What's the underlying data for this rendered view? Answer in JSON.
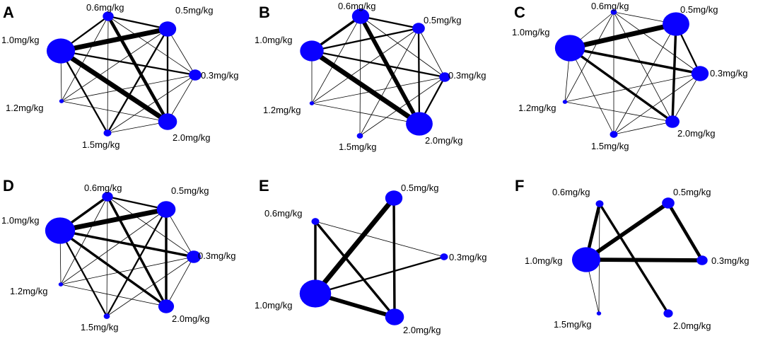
{
  "colors": {
    "node": "#0a00ff",
    "edge": "#000000",
    "background": "#ffffff"
  },
  "panels": [
    {
      "letter": "A",
      "nodes": [
        {
          "id": "n06",
          "label": "0.6mg/kg",
          "weight": 6
        },
        {
          "id": "n05",
          "label": "0.5mg/kg",
          "weight": 10
        },
        {
          "id": "n10",
          "label": "1.0mg/kg",
          "weight": 17
        },
        {
          "id": "n03",
          "label": "0.3mg/kg",
          "weight": 7
        },
        {
          "id": "n12",
          "label": "1.2mg/kg",
          "weight": 2
        },
        {
          "id": "n15",
          "label": "1.5mg/kg",
          "weight": 4
        },
        {
          "id": "n20",
          "label": "2.0mg/kg",
          "weight": 11
        }
      ],
      "edges": [
        [
          "n06",
          "n05",
          2
        ],
        [
          "n06",
          "n10",
          2
        ],
        [
          "n06",
          "n03",
          1
        ],
        [
          "n06",
          "n12",
          1
        ],
        [
          "n06",
          "n15",
          1
        ],
        [
          "n06",
          "n20",
          4
        ],
        [
          "n05",
          "n10",
          6
        ],
        [
          "n05",
          "n03",
          1
        ],
        [
          "n05",
          "n12",
          1
        ],
        [
          "n05",
          "n15",
          2
        ],
        [
          "n05",
          "n20",
          2
        ],
        [
          "n10",
          "n03",
          2
        ],
        [
          "n10",
          "n12",
          1
        ],
        [
          "n10",
          "n15",
          2
        ],
        [
          "n10",
          "n20",
          6
        ],
        [
          "n03",
          "n12",
          1
        ],
        [
          "n03",
          "n15",
          1
        ],
        [
          "n03",
          "n20",
          1
        ],
        [
          "n12",
          "n20",
          1
        ],
        [
          "n15",
          "n20",
          1
        ]
      ]
    },
    {
      "letter": "B",
      "nodes": [
        {
          "id": "n06",
          "label": "0.6mg/kg",
          "weight": 10
        },
        {
          "id": "n05",
          "label": "0.5mg/kg",
          "weight": 7
        },
        {
          "id": "n10",
          "label": "1.0mg/kg",
          "weight": 14
        },
        {
          "id": "n03",
          "label": "0.3mg/kg",
          "weight": 6
        },
        {
          "id": "n12",
          "label": "1.2mg/kg",
          "weight": 2
        },
        {
          "id": "n15",
          "label": "1.5mg/kg",
          "weight": 3
        },
        {
          "id": "n20",
          "label": "2.0mg/kg",
          "weight": 16
        }
      ],
      "edges": [
        [
          "n06",
          "n05",
          2
        ],
        [
          "n06",
          "n10",
          3
        ],
        [
          "n06",
          "n03",
          1
        ],
        [
          "n06",
          "n12",
          1
        ],
        [
          "n06",
          "n15",
          1
        ],
        [
          "n06",
          "n20",
          5
        ],
        [
          "n05",
          "n10",
          2
        ],
        [
          "n05",
          "n03",
          1
        ],
        [
          "n05",
          "n12",
          1
        ],
        [
          "n05",
          "n15",
          1
        ],
        [
          "n05",
          "n20",
          2
        ],
        [
          "n10",
          "n03",
          2
        ],
        [
          "n10",
          "n12",
          1
        ],
        [
          "n10",
          "n20",
          6
        ],
        [
          "n03",
          "n12",
          1
        ],
        [
          "n03",
          "n15",
          1
        ],
        [
          "n03",
          "n20",
          2
        ],
        [
          "n12",
          "n20",
          1
        ]
      ]
    },
    {
      "letter": "C",
      "nodes": [
        {
          "id": "n06",
          "label": "0.6mg/kg",
          "weight": 3
        },
        {
          "id": "n05",
          "label": "0.5mg/kg",
          "weight": 16
        },
        {
          "id": "n10",
          "label": "1.0mg/kg",
          "weight": 18
        },
        {
          "id": "n03",
          "label": "0.3mg/kg",
          "weight": 10
        },
        {
          "id": "n12",
          "label": "1.2mg/kg",
          "weight": 2
        },
        {
          "id": "n15",
          "label": "1.5mg/kg",
          "weight": 4
        },
        {
          "id": "n20",
          "label": "2.0mg/kg",
          "weight": 8
        }
      ],
      "edges": [
        [
          "n06",
          "n05",
          1
        ],
        [
          "n06",
          "n10",
          1
        ],
        [
          "n06",
          "n03",
          1
        ],
        [
          "n06",
          "n12",
          1
        ],
        [
          "n06",
          "n15",
          1
        ],
        [
          "n06",
          "n20",
          1
        ],
        [
          "n05",
          "n10",
          6
        ],
        [
          "n05",
          "n03",
          2
        ],
        [
          "n05",
          "n15",
          1
        ],
        [
          "n05",
          "n20",
          3
        ],
        [
          "n10",
          "n03",
          3
        ],
        [
          "n10",
          "n12",
          1
        ],
        [
          "n10",
          "n15",
          1
        ],
        [
          "n10",
          "n20",
          3
        ],
        [
          "n03",
          "n12",
          1
        ],
        [
          "n03",
          "n15",
          1
        ],
        [
          "n03",
          "n20",
          1
        ],
        [
          "n12",
          "n20",
          1
        ],
        [
          "n15",
          "n20",
          1
        ]
      ]
    },
    {
      "letter": "D",
      "nodes": [
        {
          "id": "n06",
          "label": "0.6mg/kg",
          "weight": 6
        },
        {
          "id": "n05",
          "label": "0.5mg/kg",
          "weight": 11
        },
        {
          "id": "n10",
          "label": "1.0mg/kg",
          "weight": 18
        },
        {
          "id": "n03",
          "label": "0.3mg/kg",
          "weight": 8
        },
        {
          "id": "n12",
          "label": "1.2mg/kg",
          "weight": 2
        },
        {
          "id": "n15",
          "label": "1.5mg/kg",
          "weight": 3
        },
        {
          "id": "n20",
          "label": "2.0mg/kg",
          "weight": 9
        }
      ],
      "edges": [
        [
          "n06",
          "n05",
          2
        ],
        [
          "n06",
          "n10",
          3
        ],
        [
          "n06",
          "n03",
          1
        ],
        [
          "n06",
          "n12",
          1
        ],
        [
          "n06",
          "n15",
          1
        ],
        [
          "n06",
          "n20",
          3
        ],
        [
          "n05",
          "n10",
          6
        ],
        [
          "n05",
          "n03",
          1
        ],
        [
          "n05",
          "n12",
          1
        ],
        [
          "n05",
          "n15",
          2
        ],
        [
          "n05",
          "n20",
          3
        ],
        [
          "n10",
          "n03",
          3
        ],
        [
          "n10",
          "n12",
          1
        ],
        [
          "n10",
          "n15",
          2
        ],
        [
          "n10",
          "n20",
          3
        ],
        [
          "n03",
          "n12",
          1
        ],
        [
          "n03",
          "n15",
          1
        ],
        [
          "n03",
          "n20",
          1
        ],
        [
          "n12",
          "n20",
          1
        ]
      ]
    },
    {
      "letter": "E",
      "nodes": [
        {
          "id": "n06",
          "label": "0.6mg/kg",
          "weight": 4
        },
        {
          "id": "n05",
          "label": "0.5mg/kg",
          "weight": 10
        },
        {
          "id": "n03",
          "label": "0.3mg/kg",
          "weight": 4
        },
        {
          "id": "n10",
          "label": "1.0mg/kg",
          "weight": 19
        },
        {
          "id": "n20",
          "label": "2.0mg/kg",
          "weight": 11
        }
      ],
      "edges": [
        [
          "n06",
          "n10",
          3
        ],
        [
          "n06",
          "n03",
          1
        ],
        [
          "n06",
          "n20",
          3
        ],
        [
          "n05",
          "n10",
          6
        ],
        [
          "n05",
          "n20",
          3
        ],
        [
          "n03",
          "n10",
          2
        ],
        [
          "n10",
          "n20",
          5
        ]
      ]
    },
    {
      "letter": "F",
      "nodes": [
        {
          "id": "n06",
          "label": "0.6mg/kg",
          "weight": 4
        },
        {
          "id": "n05",
          "label": "0.5mg/kg",
          "weight": 7
        },
        {
          "id": "n10",
          "label": "1.0mg/kg",
          "weight": 17
        },
        {
          "id": "n03",
          "label": "0.3mg/kg",
          "weight": 6
        },
        {
          "id": "n15",
          "label": "1.5mg/kg",
          "weight": 2
        },
        {
          "id": "n20",
          "label": "2.0mg/kg",
          "weight": 5
        }
      ],
      "edges": [
        [
          "n06",
          "n10",
          4
        ],
        [
          "n06",
          "n15",
          1
        ],
        [
          "n06",
          "n20",
          3
        ],
        [
          "n05",
          "n10",
          5
        ],
        [
          "n05",
          "n03",
          4
        ],
        [
          "n10",
          "n03",
          5
        ],
        [
          "n10",
          "n15",
          1
        ]
      ]
    }
  ]
}
